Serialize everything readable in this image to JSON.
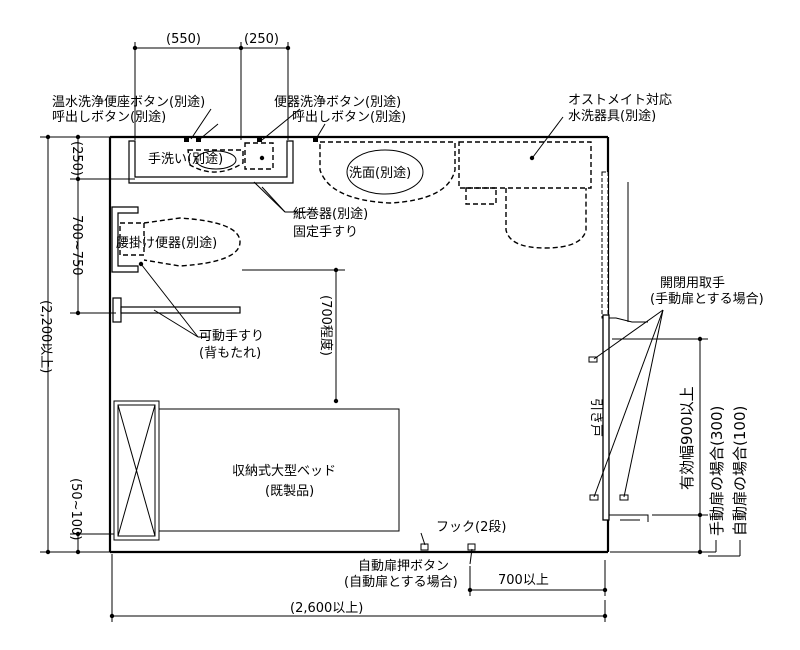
{
  "labels": {
    "warm_toilet_button": "温水洗浄便座ボタン(別途)",
    "call_button_left": "呼出しボタン(別途)",
    "flush_button": "便器洗浄ボタン(別途)",
    "call_button_right": "呼出しボタン(別途)",
    "ostomate_line1": "オストメイト対応",
    "ostomate_line2": "水洗器具(別途)",
    "hand_wash": "手洗い(別途)",
    "wash_basin": "洗面(別途)",
    "paper_holder": "紙巻器(別途)",
    "fixed_handrail": "固定手すり",
    "toilet": "腰掛け便器(別途)",
    "movable_rail_line1": "可動手すり",
    "movable_rail_line2": "(背もたれ)",
    "about_700": "(700程度)",
    "bed_line1": "収納式大型ベッド",
    "bed_line2": "(既製品)",
    "hook": "フック(2段)",
    "auto_door_button_line1": "自動扉押ボタン",
    "auto_door_button_line2": "(自動扉とする場合)",
    "sliding_door": "引き戸",
    "door_handle_line1": "開閉用取手",
    "door_handle_line2": "(手動扉とする場合)",
    "effective_width": "有効幅900以上",
    "manual_door": "手動扉の場合(300)",
    "auto_door": "自動扉の場合(100)"
  },
  "dimensions": {
    "top_550": "(550)",
    "top_250": "(250)",
    "left_250": "(250)",
    "left_700_750": "700~750",
    "left_2200": "(2,200以上)",
    "left_50_100": "(50~100)",
    "bottom_700": "700以上",
    "bottom_2600": "(2,600以上)"
  }
}
